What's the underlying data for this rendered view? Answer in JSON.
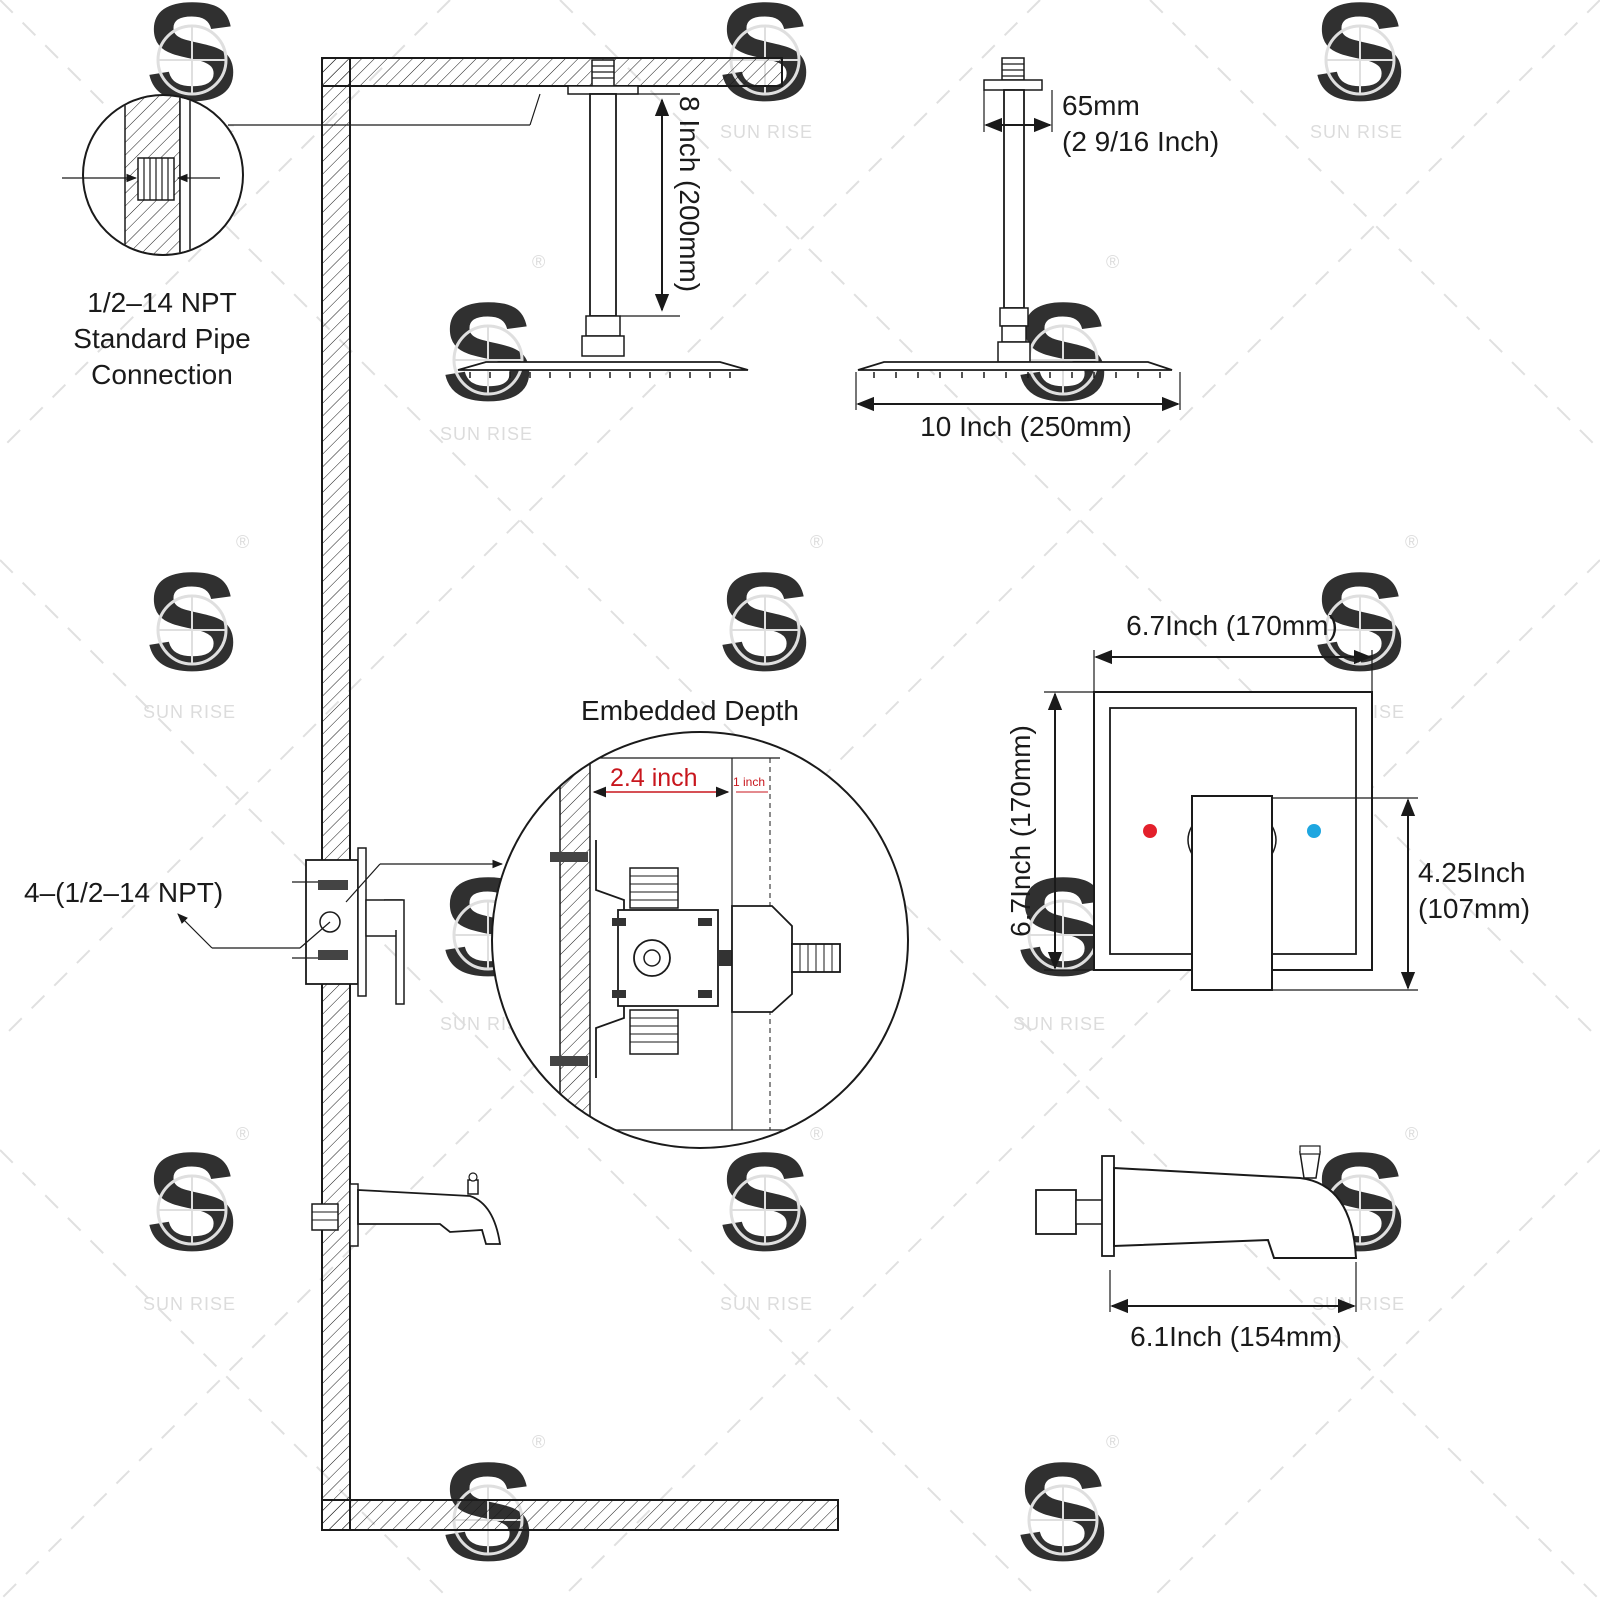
{
  "diagram": {
    "watermark": {
      "brand": "SUN RISE",
      "registered_mark": "®"
    },
    "pipe_connection": {
      "line1": "1/2–14 NPT",
      "line2": "Standard Pipe",
      "line3": "Connection"
    },
    "shower_arm_length": "8 Inch (200mm)",
    "flange_diameter": {
      "mm": "65mm",
      "inch": "(2 9/16 Inch)"
    },
    "shower_head_width": "10 Inch (250mm)",
    "embedded_depth": {
      "title": "Embedded Depth",
      "depth": "2.4 inch",
      "extra": "1 inch"
    },
    "valve_connection": "4–(1/2–14 NPT)",
    "trim_plate": {
      "width": "6.7Inch (170mm)",
      "height": "6.7Inch (170mm)",
      "handle_height": {
        "inch": "4.25Inch",
        "mm": "(107mm)"
      },
      "hot_color": "#e3202b",
      "cold_color": "#1ea6e0"
    },
    "tub_spout_length": "6.1Inch (154mm)"
  }
}
